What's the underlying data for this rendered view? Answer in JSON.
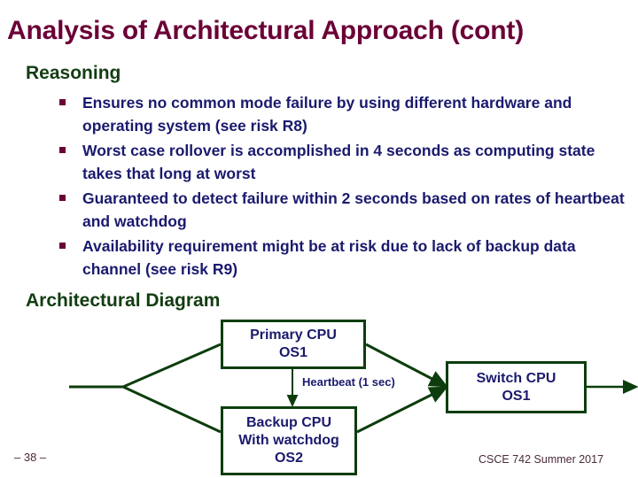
{
  "slide": {
    "title": "Analysis of Architectural Approach (cont)",
    "title_color": "#6b0036"
  },
  "reasoning": {
    "heading": "Reasoning",
    "heading_color": "#123d12",
    "bullet_color": "#6b0036",
    "text_color": "#1a1a6e",
    "bullets": [
      "Ensures no common mode failure by using different hardware and operating system (see risk R8)",
      "Worst case rollover is accomplished in 4 seconds as computing state takes that long at worst",
      "Guaranteed to detect failure within 2 seconds based on rates of heartbeat and watchdog",
      "Availability requirement might be at risk due to lack of backup data channel (see risk R9)"
    ]
  },
  "architectural_diagram": {
    "heading": "Architectural Diagram",
    "line_color": "#0d3d0d",
    "node_text_color": "#1a1a6e",
    "nodes": [
      {
        "id": "primary-cpu",
        "label": "Primary CPU\nOS1"
      },
      {
        "id": "backup-cpu",
        "label": "Backup CPU\nWith watchdog\nOS2"
      },
      {
        "id": "switch-cpu",
        "label": "Switch CPU\nOS1"
      }
    ],
    "edge_labels": [
      {
        "id": "heartbeat",
        "label": "Heartbeat (1 sec)"
      }
    ]
  },
  "footer": {
    "page_number": "– 38 –",
    "course": "CSCE 742  Summer 2017"
  }
}
